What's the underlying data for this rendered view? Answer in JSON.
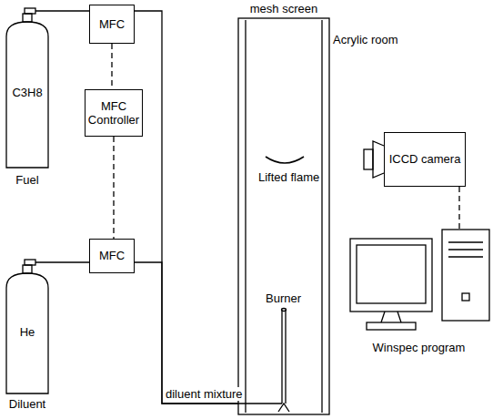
{
  "diagram": {
    "nodes": [
      {
        "text": [
          "C3H8",
          "Fuel"
        ]
      },
      {
        "text": [
          "MFC"
        ]
      },
      {
        "text": [
          "MFC Controller"
        ]
      },
      {
        "text": [
          "MFC"
        ]
      },
      {
        "text": [
          "He",
          "Diluent"
        ]
      },
      {
        "text": [
          "mesh screen",
          "Acrylic room"
        ]
      },
      {
        "text": [
          "ICCD camera"
        ]
      },
      {
        "text": [
          "Winspec program"
        ]
      }
    ],
    "edges": [
      {
        "from": 0,
        "to": 1,
        "arrow": "none"
      },
      {
        "from": 1,
        "to": 2,
        "arrow": "none"
      },
      {
        "from": 2,
        "to": 3,
        "arrow": "none"
      },
      {
        "from": 4,
        "to": 3,
        "arrow": "none"
      },
      {
        "from": 1,
        "to": 5,
        "arrow": "none"
      },
      {
        "from": 3,
        "to": 5,
        "label": "diluent mixture",
        "arrow": "none"
      },
      {
        "from": 6,
        "to": 7,
        "arrow": "none"
      }
    ],
    "labels": [
      "Lifted flame",
      "Burner"
    ]
  }
}
